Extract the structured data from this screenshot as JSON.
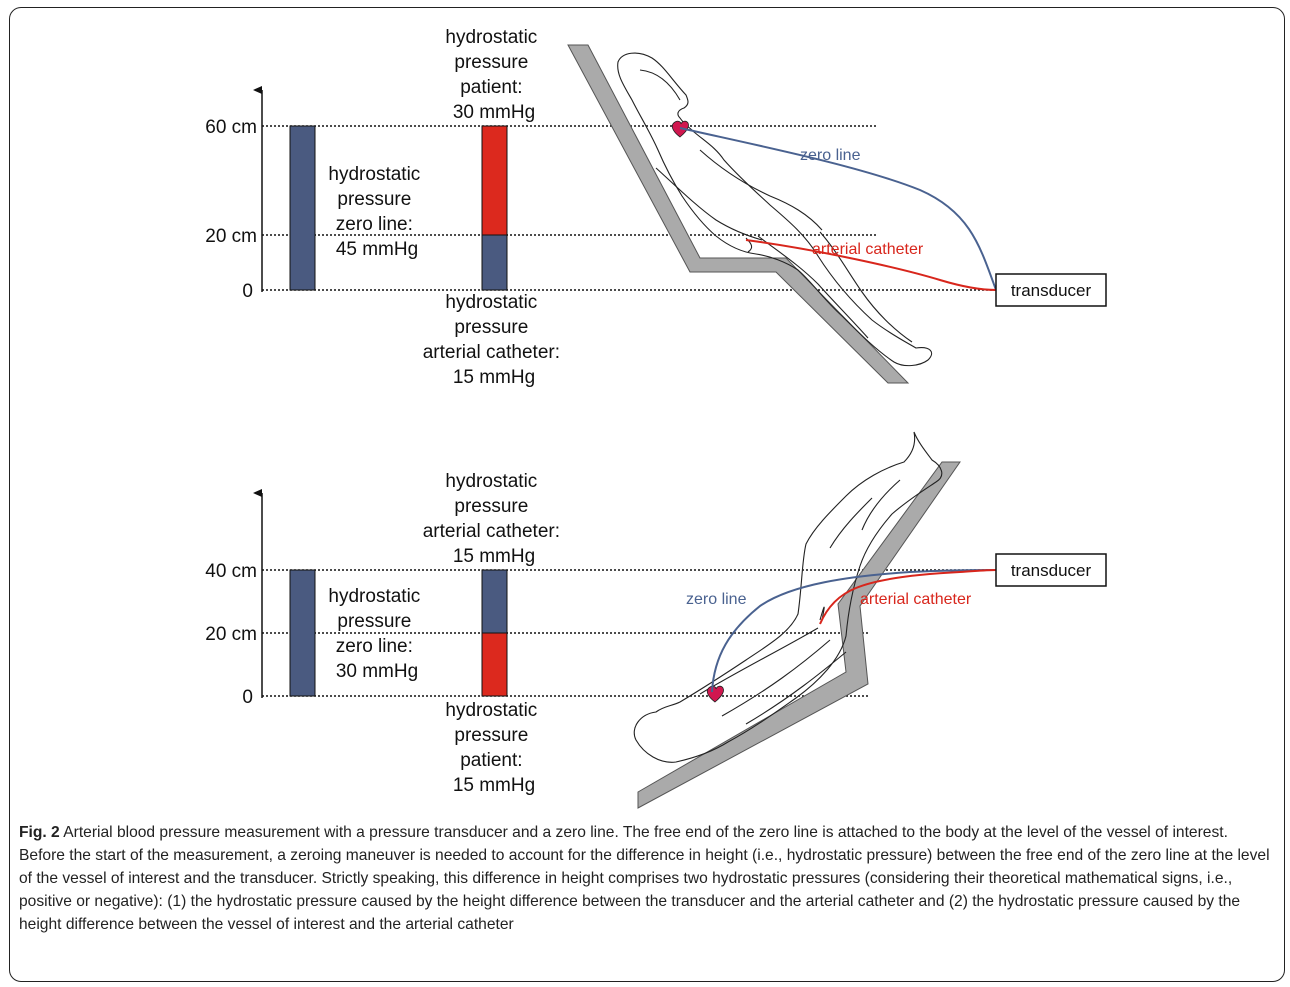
{
  "figure": {
    "caption_label": "Fig. 2",
    "caption_text": "Arterial blood pressure measurement with a pressure transducer and a zero line. The free end of the zero line is attached to the body at the level of the vessel of interest. Before the start of the measurement, a zeroing maneuver is needed to account for the difference in height (i.e., hydrostatic pressure) between the free end of the zero line at the level of the vessel of interest and the transducer. Strictly speaking, this difference in height comprises two hydrostatic pressures (considering their theoretical mathematical signs, i.e., positive or negative): (1) the hydrostatic pressure caused by the height difference between the transducer and the arterial catheter and (2) the hydrostatic pressure caused by the height difference between the vessel of interest and the arterial catheter"
  },
  "colors": {
    "blue_bar": "#4a5a80",
    "red_bar": "#dc291e",
    "zero_line": "#4a6290",
    "catheter": "#d8261c",
    "table": "#aaaaaa",
    "heart": "#d0174f"
  },
  "top_panel": {
    "ticks": [
      "60 cm",
      "20 cm",
      "0"
    ],
    "above_label": [
      "hydrostatic",
      "pressure",
      "patient:",
      "30 mmHg"
    ],
    "left_label": [
      "hydrostatic",
      "pressure",
      "zero line:",
      "45 mmHg"
    ],
    "below_label": [
      "hydrostatic",
      "pressure",
      "arterial catheter:",
      "15 mmHg"
    ],
    "zero_line_label": "zero line",
    "catheter_label": "arterial catheter",
    "transducer_label": "transducer"
  },
  "bottom_panel": {
    "ticks": [
      "40 cm",
      "20 cm",
      "0"
    ],
    "above_label": [
      "hydrostatic",
      "pressure",
      "arterial catheter:",
      "15 mmHg"
    ],
    "left_label": [
      "hydrostatic",
      "pressure",
      "zero line:",
      "30 mmHg"
    ],
    "below_label": [
      "hydrostatic",
      "pressure",
      "patient:",
      "15 mmHg"
    ],
    "zero_line_label": "zero line",
    "catheter_label": "arterial catheter",
    "transducer_label": "transducer"
  }
}
